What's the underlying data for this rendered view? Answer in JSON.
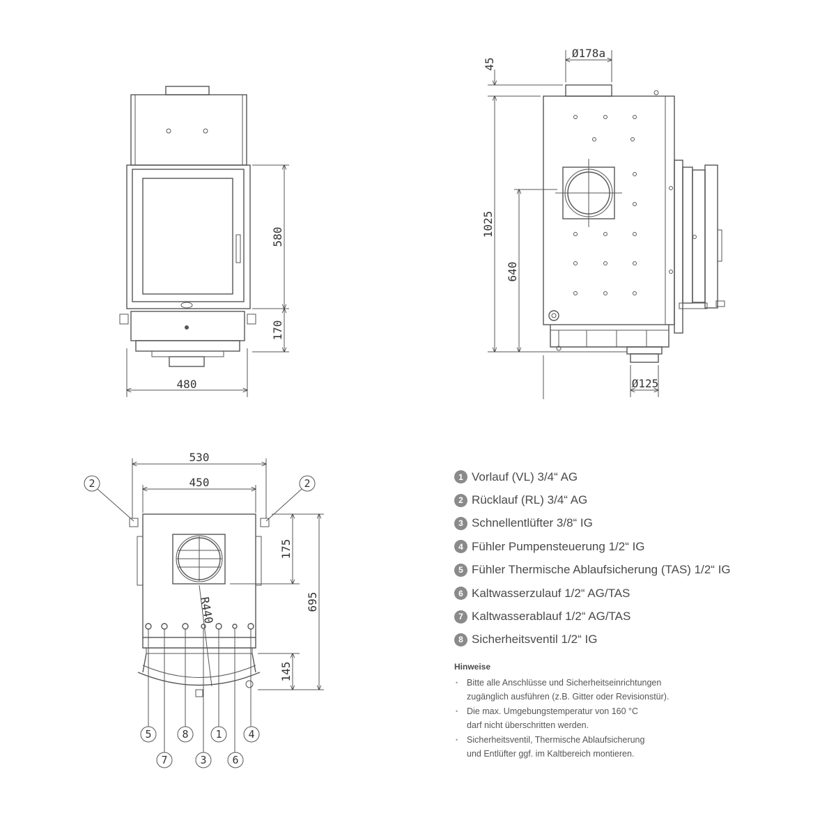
{
  "front_view": {
    "width_label": "480",
    "height_door_label": "580",
    "height_base_label": "170"
  },
  "side_view": {
    "top_flue_label": "Ø178a",
    "top_offset_label": "45",
    "total_height_label": "1025",
    "connector_height_label": "640",
    "bottom_flue_label": "Ø125"
  },
  "top_view": {
    "outer_width_label": "530",
    "inner_width_label": "450",
    "depth_label": "695",
    "top_offset_label": "175",
    "bottom_offset_label": "145",
    "radius_label": "R440",
    "callouts_top": [
      "2",
      "2"
    ],
    "callouts_bottom_row1": [
      "5",
      "8",
      "1",
      "4"
    ],
    "callouts_bottom_row2": [
      "7",
      "3",
      "6"
    ]
  },
  "legend": [
    {
      "num": "1",
      "text": "Vorlauf (VL) 3/4“ AG"
    },
    {
      "num": "2",
      "text": "Rücklauf (RL) 3/4“ AG"
    },
    {
      "num": "3",
      "text": "Schnellentlüfter 3/8“ IG"
    },
    {
      "num": "4",
      "text": "Fühler Pumpensteuerung 1/2“ IG"
    },
    {
      "num": "5",
      "text": "Fühler Thermische Ablaufsicherung (TAS) 1/2“ IG"
    },
    {
      "num": "6",
      "text": "Kaltwasserzulauf 1/2“ AG/TAS"
    },
    {
      "num": "7",
      "text": "Kaltwasserablauf 1/2“ AG/TAS"
    },
    {
      "num": "8",
      "text": "Sicherheitsventil 1/2“ IG"
    }
  ],
  "notes": {
    "title": "Hinweise",
    "items": [
      "Bitte alle Anschlüsse und Sicherheitseinrichtungen\nzugänglich ausführen (z.B. Gitter oder Revisionstür).",
      "Die max. Umgebungstemperatur von 160 °C\ndarf nicht überschritten werden.",
      "Sicherheitsventil, Thermische Ablaufsicherung\nund Entlüfter ggf. im Kaltbereich montieren."
    ]
  }
}
